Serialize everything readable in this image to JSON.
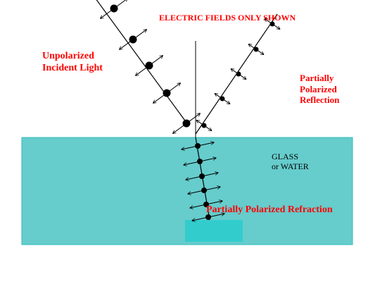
{
  "title": "ELECTRIC FIELDS ONLY SHOWN",
  "incident": {
    "line1": "Unpolarized",
    "line2": "Incident Light"
  },
  "reflection": {
    "line1": "Partially",
    "line2": "Polarized",
    "line3": "Reflection"
  },
  "medium": {
    "line1": "GLASS",
    "line2": "or WATER"
  },
  "refraction": "Partially Polarized Refraction",
  "colors": {
    "medium_fill": "#66cccc",
    "medium_border": "#33bbbb",
    "highlight_fill": "#33cccc",
    "label_red": "#ff0000",
    "line": "#000000"
  }
}
